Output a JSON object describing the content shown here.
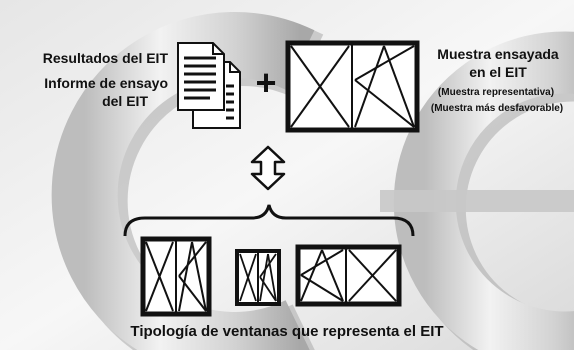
{
  "labels": {
    "results_title": "Resultados del EIT",
    "report_line1": "Informe de ensayo",
    "report_line2": "del EIT",
    "plus_sign": "+",
    "sample_line1": "Muestra ensayada",
    "sample_line2": "en el EIT",
    "sample_note1": "(Muestra representativa)",
    "sample_note2": "(Muestra más desfavorable)",
    "caption": "Tipología de ventanas que representa el EIT"
  },
  "background": {
    "watermark": "CE",
    "colors": {
      "light": "#f4f4f4",
      "mid": "#cfcfcf",
      "dark": "#9e9e9e"
    }
  },
  "icons": {
    "documents": "document-stack-icon",
    "arrow": "double-arrow-up-down-icon",
    "brace": "curly-brace-icon"
  }
}
